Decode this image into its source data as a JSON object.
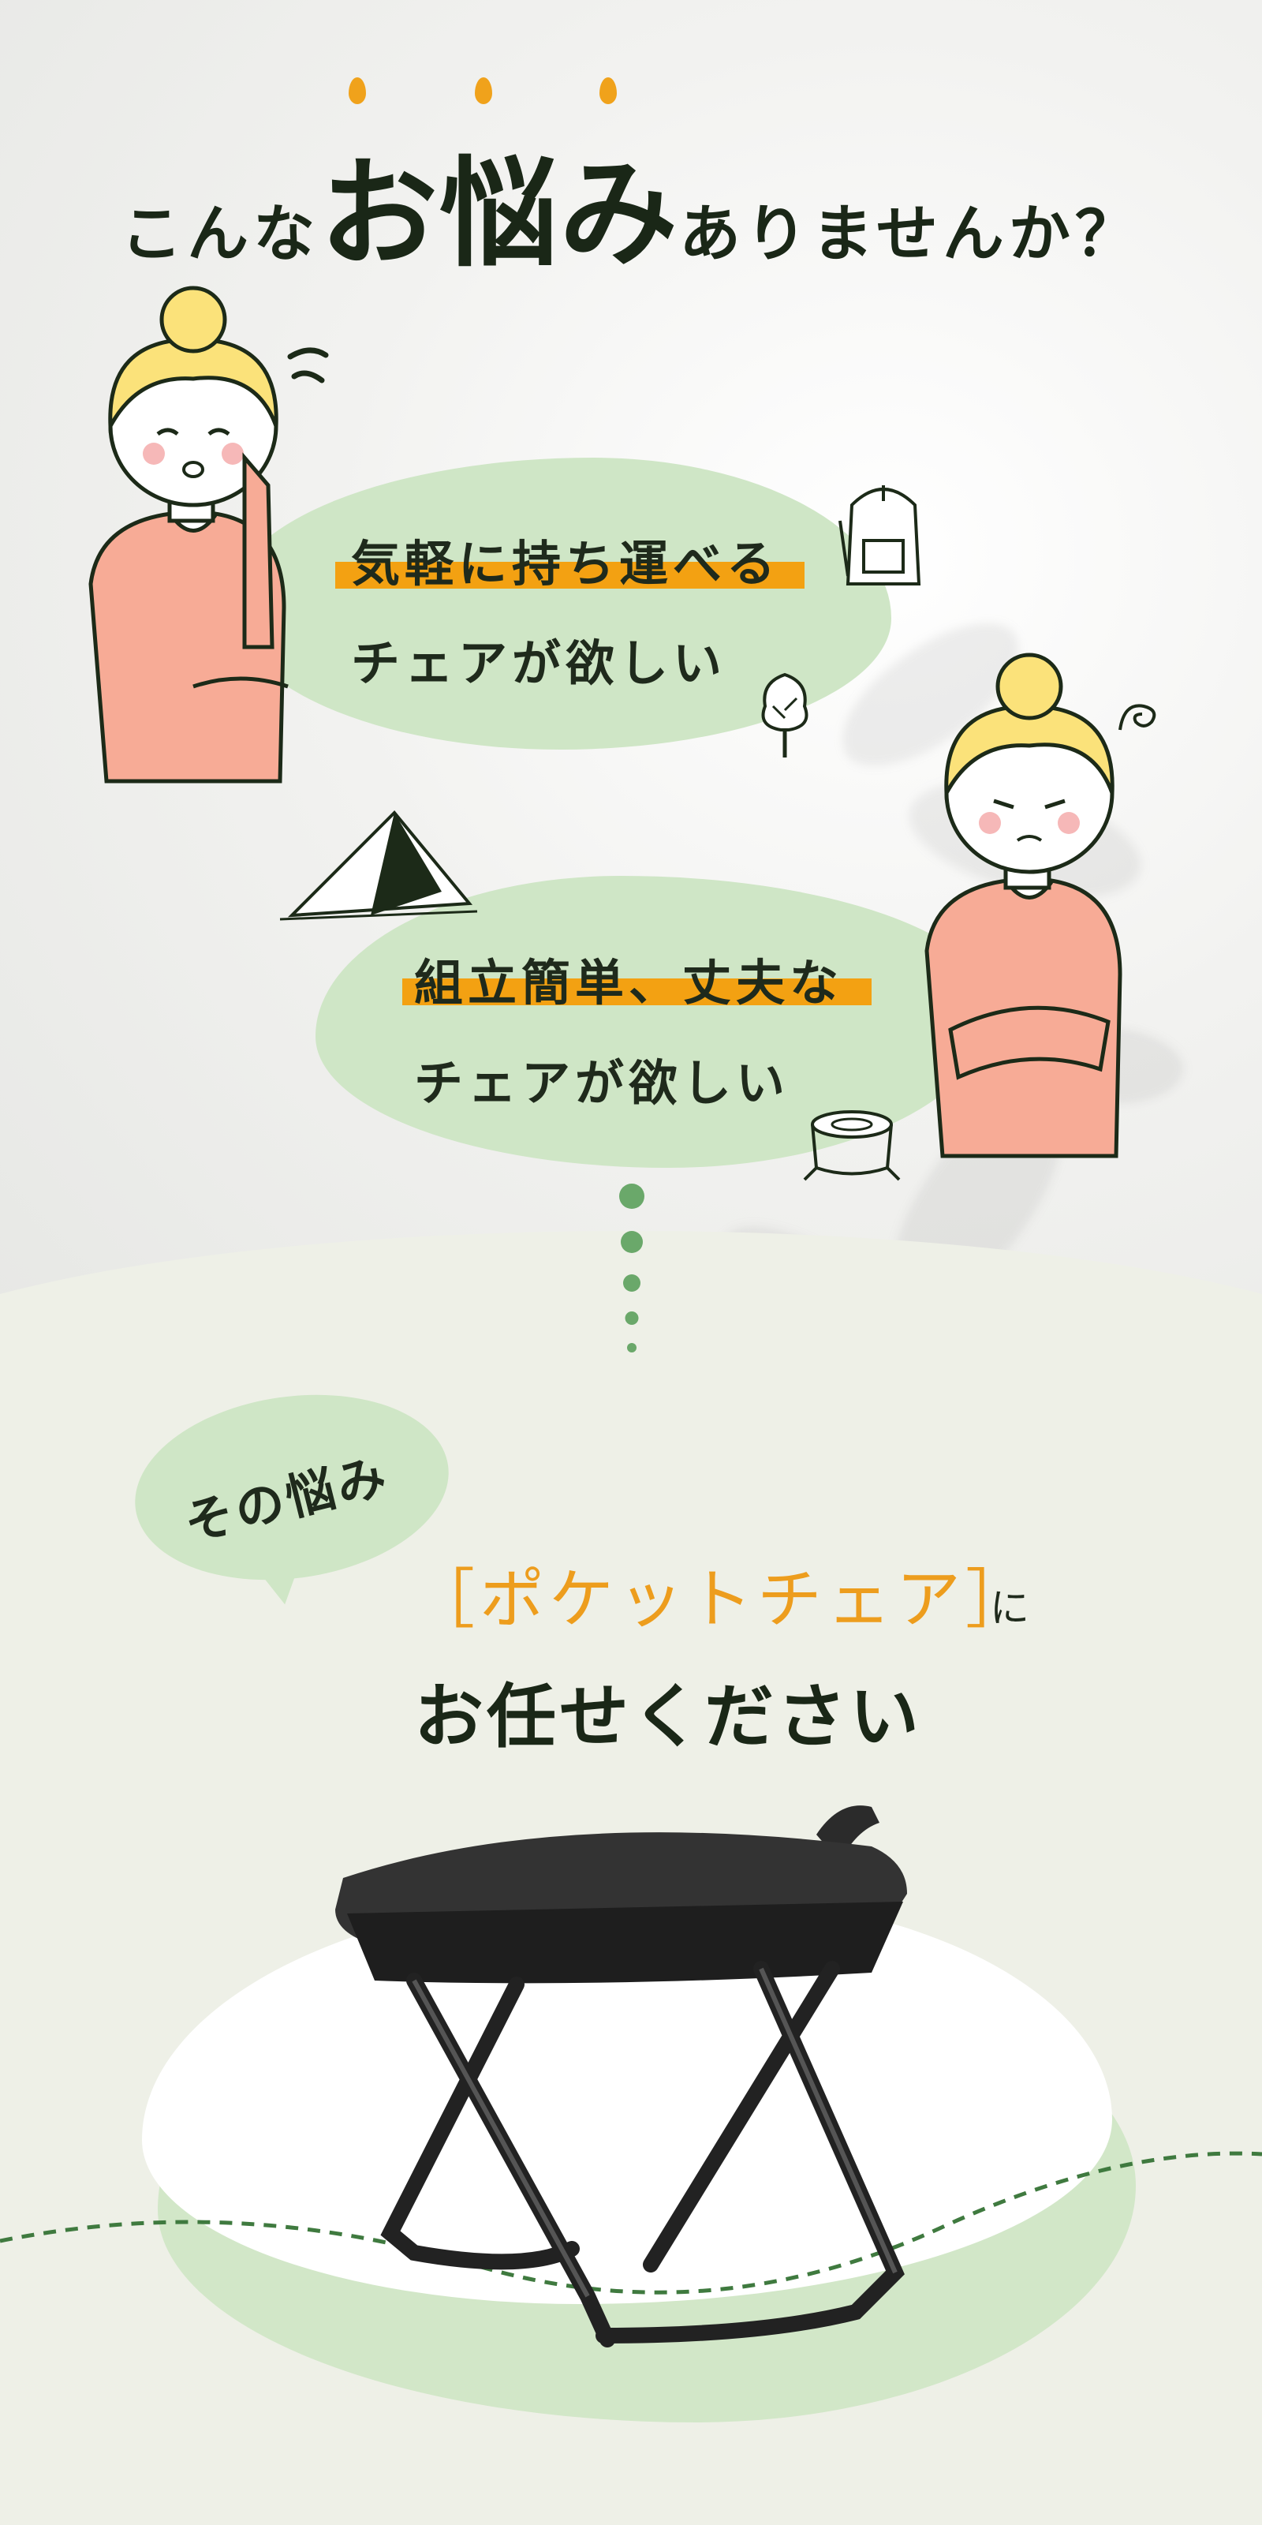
{
  "headline": {
    "prefix": "こんな",
    "emphasis": "お悩み",
    "suffix": "ありませんか？"
  },
  "worries": [
    {
      "line1": "気軽に持ち運べる",
      "line2": "チェアが欲しい"
    },
    {
      "line1": "組立簡単、丈夫な",
      "line2": "チェアが欲しい"
    }
  ],
  "solution": {
    "bubble_text": "その悩み",
    "brand": "［ポケットチェア］",
    "brand_particle": "に",
    "closing": "お任せください"
  },
  "colors": {
    "accent_orange": "#f3a112",
    "bubble_green": "#cfe6c6",
    "dot_green": "#6aa86a",
    "dark_text": "#1a2717"
  },
  "icons": [
    "backpack-icon",
    "tree-icon",
    "tent-icon",
    "stump-icon",
    "sweat-drop-icon",
    "swirl-icon",
    "folding-stool-icon"
  ]
}
